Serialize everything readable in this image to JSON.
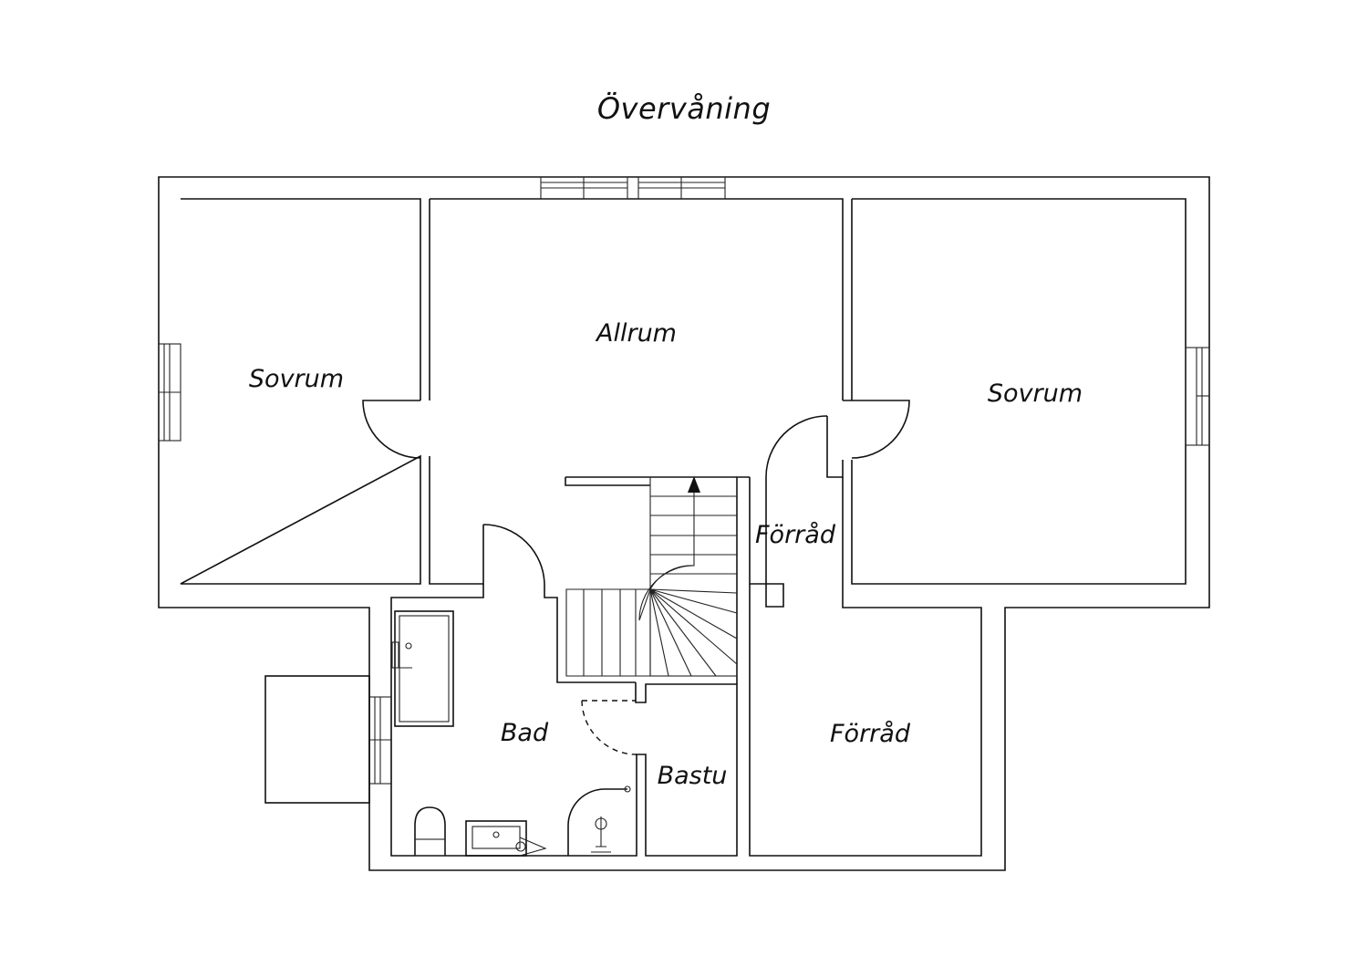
{
  "title": "Övervåning",
  "rooms": {
    "sovrum_left": "Sovrum",
    "allrum": "Allrum",
    "sovrum_right": "Sovrum",
    "forrad_small": "Förråd",
    "forrad_large": "Förråd",
    "bad": "Bad",
    "bastu": "Bastu"
  },
  "colors": {
    "line": "#111111",
    "background": "#ffffff"
  },
  "icons": [
    "stair-arrow-icon",
    "toilet-icon",
    "sink-icon",
    "shower-icon",
    "bathtub-icon"
  ]
}
